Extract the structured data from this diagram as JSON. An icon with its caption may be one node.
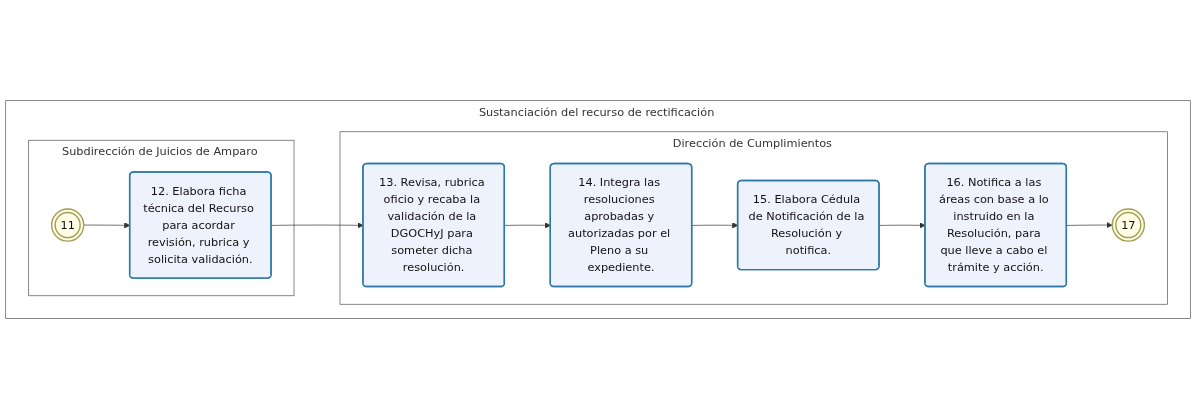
{
  "diagram": {
    "nodes": [
      {
        "text": [
          "Sustanciación del recurso de rectificación"
        ]
      },
      {
        "text": [
          "Subdirección de Juicios de Amparo"
        ],
        "in": 0
      },
      {
        "text": [
          "Dirección de Cumplimientos"
        ],
        "in": 0
      },
      {
        "text": [
          "11"
        ],
        "in": 1
      },
      {
        "text": [
          "12. Elabora ficha técnica del Recurso para acordar revisión, rubrica y solicita validación."
        ],
        "in": 1
      },
      {
        "text": [
          "13. Revisa, rubrica oficio y recaba la validación de la DGOCHyJ para someter dicha resolución."
        ],
        "in": 2
      },
      {
        "text": [
          "14. Integra las resoluciones aprobadas y autorizadas por el Pleno a su expediente."
        ],
        "in": 2
      },
      {
        "text": [
          "15. Elabora Cédula de Notificación de la Resolución y notifica."
        ],
        "in": 2
      },
      {
        "text": [
          "16. Notifica a las áreas con base a lo instruido en la Resolución, para que lleve a cabo el trámite y acción."
        ],
        "in": 2
      },
      {
        "text": [
          "17"
        ],
        "in": 2
      }
    ],
    "edges": [
      {
        "from": 3,
        "to": 4,
        "arrow": "to"
      },
      {
        "from": 4,
        "to": 5,
        "arrow": "to"
      },
      {
        "from": 5,
        "to": 6,
        "arrow": "to"
      },
      {
        "from": 6,
        "to": 7,
        "arrow": "to"
      },
      {
        "from": 7,
        "to": 8,
        "arrow": "to"
      },
      {
        "from": 8,
        "to": 9,
        "arrow": "to"
      }
    ]
  }
}
